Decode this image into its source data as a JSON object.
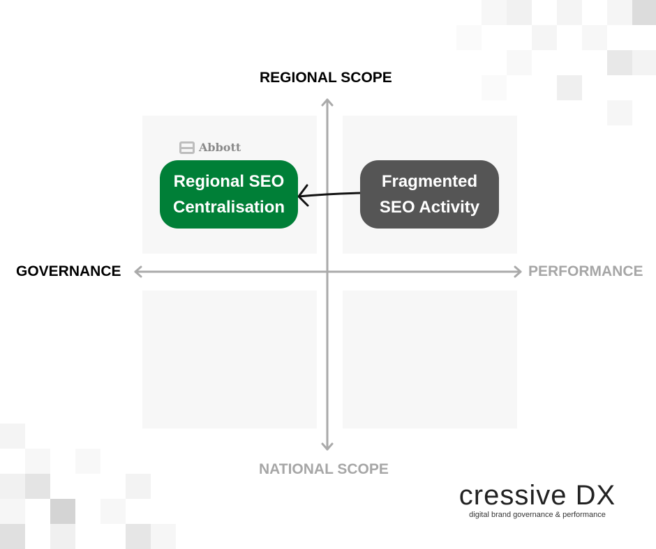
{
  "axes": {
    "top": "REGIONAL SCOPE",
    "bottom": "NATIONAL SCOPE",
    "left": "GOVERNANCE",
    "right": "PERFORMANCE"
  },
  "logo_label": "Abbott",
  "boxes": {
    "target": "Regional SEO Centralisation",
    "source": "Fragmented SEO Activity"
  },
  "colors": {
    "target": "#007f37",
    "source": "#555555",
    "axis": "#aaaaaa",
    "muted_label": "#a6a6a6"
  },
  "brand": {
    "name": "cressive DX",
    "tagline": "digital brand governance & performance"
  }
}
